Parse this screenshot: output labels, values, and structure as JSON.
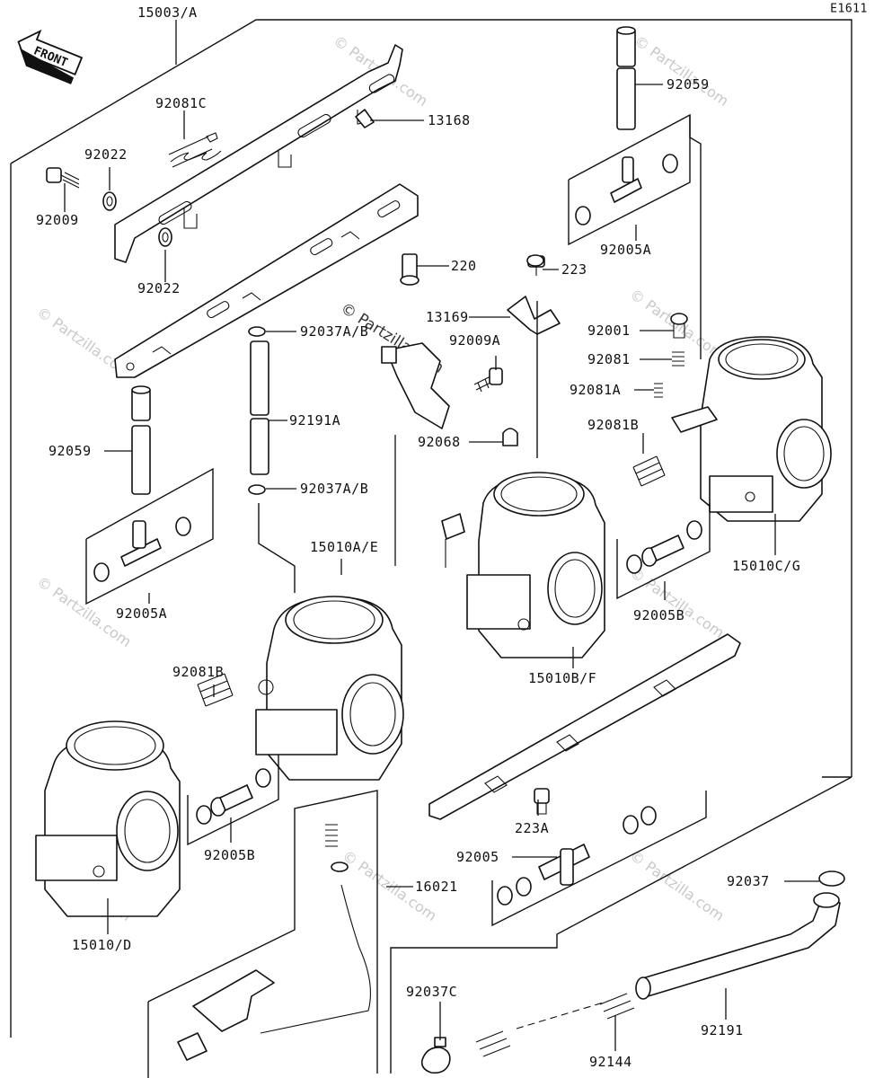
{
  "diagram_code": "E1611",
  "front_label": "FRONT",
  "watermark": "© Partzilla.com",
  "labels": {
    "l15003a": "15003/A",
    "l92081c": "92081C",
    "l13168": "13168",
    "l92022a": "92022",
    "l92009": "92009",
    "l92022b": "92022",
    "l220": "220",
    "l92059a": "92059",
    "l92005a_top": "92005A",
    "l223": "223",
    "l13169": "13169",
    "l92037ab_top": "92037A/B",
    "l92009a": "92009A",
    "l92001": "92001",
    "l92081": "92081",
    "l92081a": "92081A",
    "l92191a": "92191A",
    "l92081b_right": "92081B",
    "l92068": "92068",
    "l92059b": "92059",
    "l92037ab_bot": "92037A/B",
    "l15010ae": "15010A/E",
    "l92005a_left": "92005A",
    "l15010cg": "15010C/G",
    "l92005b_right": "92005B",
    "l92081b_left": "92081B",
    "l15010bf": "15010B/F",
    "l223a": "223A",
    "l92005b_left": "92005B",
    "l92005": "92005",
    "l92037": "92037",
    "l16021": "16021",
    "l15010d": "15010/D",
    "l92037c": "92037C",
    "l92191": "92191",
    "l92144": "92144"
  }
}
